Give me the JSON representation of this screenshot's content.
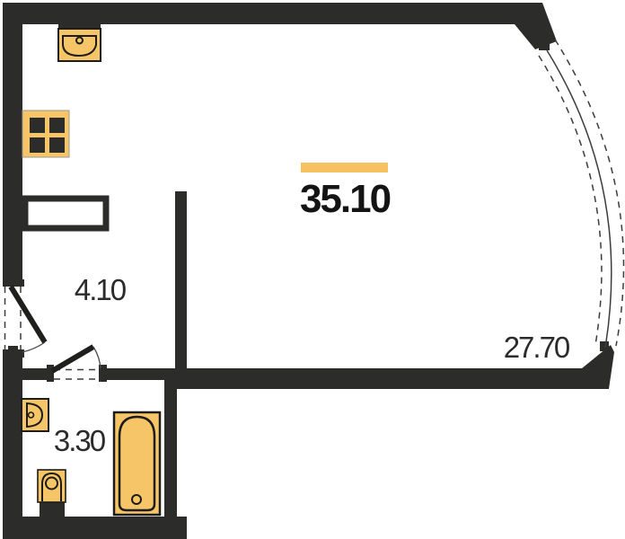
{
  "floor_plan": {
    "total_area": {
      "value": "35.10",
      "marker": "yellow-bar"
    },
    "rooms": [
      {
        "name": "hallway",
        "area": "4.10"
      },
      {
        "name": "living-room",
        "area": "27.70"
      },
      {
        "name": "bathroom",
        "area": "3.30"
      }
    ],
    "fixtures": [
      "kitchen-sink",
      "stove",
      "wardrobe",
      "bathroom-sink",
      "toilet",
      "bathtub"
    ],
    "doors": [
      "entrance-door",
      "bathroom-door"
    ],
    "window": "curved-panoramic-window",
    "colors": {
      "wall": "#2c2c2a",
      "fixture": "#f6c567",
      "area_bar": "#f5c161",
      "background": "#ffffff",
      "room_label": "#2b2b2b",
      "total_label": "#141414"
    }
  }
}
